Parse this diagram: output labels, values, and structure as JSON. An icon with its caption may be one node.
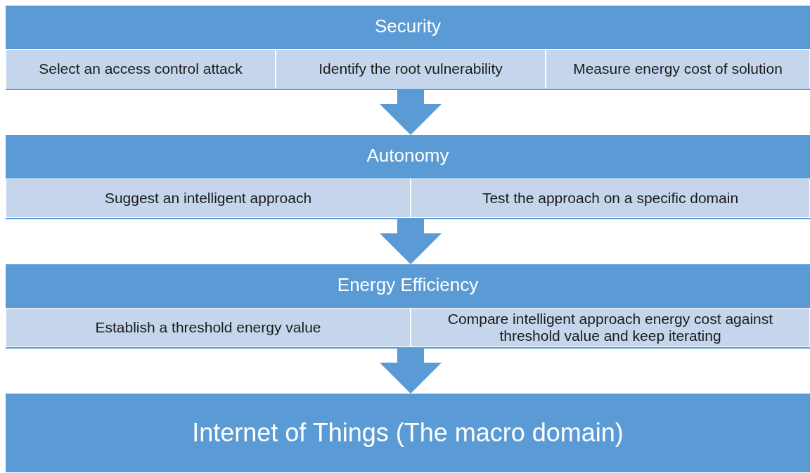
{
  "diagram": {
    "nodes": [
      {
        "text": [
          "Security"
        ]
      },
      {
        "text": [
          "Select an access control attack"
        ],
        "in": 0
      },
      {
        "text": [
          "Identify the root vulnerability"
        ],
        "in": 0
      },
      {
        "text": [
          "Measure energy cost of solution"
        ],
        "in": 0
      },
      {
        "text": [
          "Autonomy"
        ]
      },
      {
        "text": [
          "Suggest an intelligent approach"
        ],
        "in": 4
      },
      {
        "text": [
          "Test the approach on a specific domain"
        ],
        "in": 4
      },
      {
        "text": [
          "Energy Efficiency"
        ]
      },
      {
        "text": [
          "Establish a threshold energy value"
        ],
        "in": 7
      },
      {
        "text": [
          "Compare intelligent approach energy cost against threshold value and keep iterating"
        ],
        "in": 7
      },
      {
        "text": [
          "Internet of Things (The macro domain)"
        ]
      }
    ],
    "edges": [
      {
        "from": 0,
        "to": 4,
        "arrow": "to"
      },
      {
        "from": 4,
        "to": 7,
        "arrow": "to"
      },
      {
        "from": 7,
        "to": 10,
        "arrow": "to"
      }
    ]
  }
}
